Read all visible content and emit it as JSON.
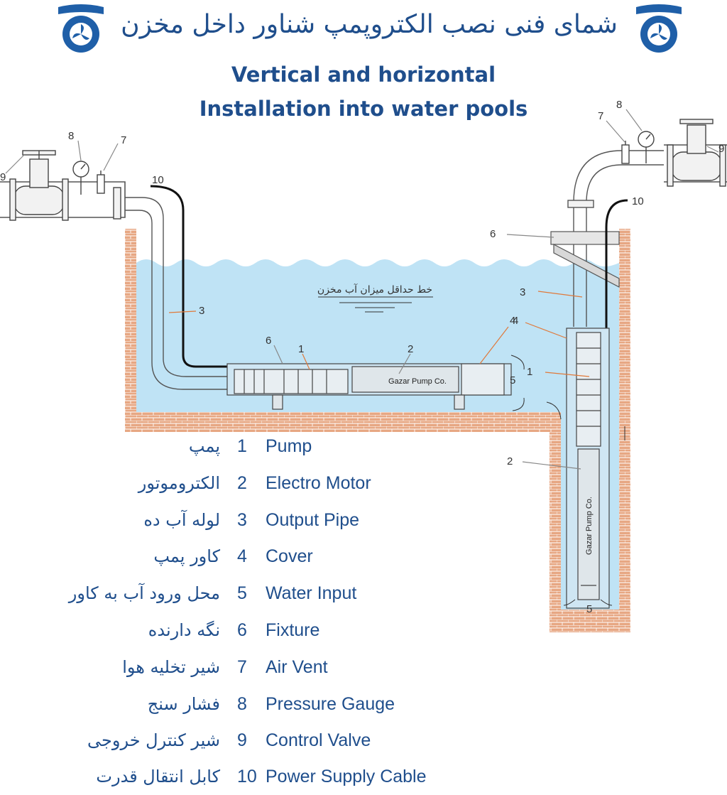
{
  "header": {
    "title_fa": "شمای فنی نصب الکتروپمپ شناور داخل مخزن",
    "title_en_line1": "Vertical and horizontal",
    "title_en_line2": "Installation into water pools"
  },
  "diagram": {
    "min_water_level_label": "خط حداقل میزان آب مخزن",
    "brand_text": "Gazar Pump Co.",
    "callouts": {
      "horizontal": [
        "10",
        "8",
        "7",
        "9",
        "3",
        "6",
        "1",
        "2",
        "4",
        "5"
      ],
      "vertical": [
        "8",
        "7",
        "9",
        "10",
        "6",
        "3",
        "4",
        "1",
        "2",
        "5"
      ]
    }
  },
  "legend": [
    {
      "num": "1",
      "en": "Pump",
      "fa": "پمپ"
    },
    {
      "num": "2",
      "en": "Electro Motor",
      "fa": "الکتروموتور"
    },
    {
      "num": "3",
      "en": "Output Pipe",
      "fa": "لوله آب ده"
    },
    {
      "num": "4",
      "en": "Cover",
      "fa": "کاور پمپ"
    },
    {
      "num": "5",
      "en": "Water Input",
      "fa": "محل ورود آب به کاور"
    },
    {
      "num": "6",
      "en": "Fixture",
      "fa": "نگه دارنده"
    },
    {
      "num": "7",
      "en": "Air Vent",
      "fa": "شیر تخلیه هوا"
    },
    {
      "num": "8",
      "en": "Pressure Gauge",
      "fa": "فشار سنج"
    },
    {
      "num": "9",
      "en": "Control Valve",
      "fa": "شیر کنترل خروجی"
    },
    {
      "num": "10",
      "en": "Power Supply Cable",
      "fa": "کابل انتقال قدرت"
    }
  ],
  "colors": {
    "brand_blue": "#1f4e8c",
    "water": "#bfe3f5",
    "brick": "#e7a783",
    "callout_line": "#e0793a"
  }
}
